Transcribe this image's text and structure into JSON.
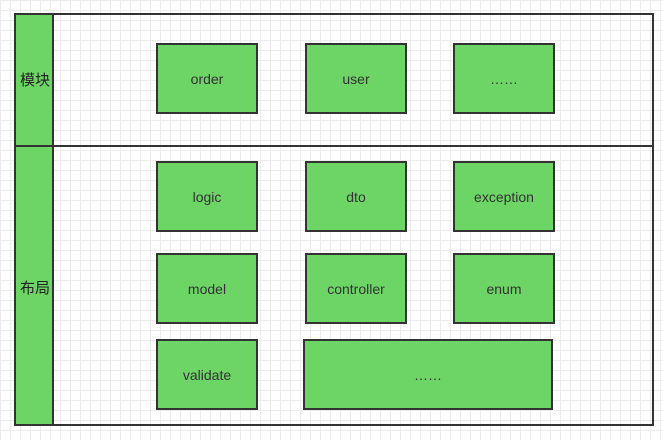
{
  "colors": {
    "fill": "#6dd466",
    "stroke": "#333333",
    "grid": "#ececec"
  },
  "sections": {
    "modules": {
      "label": "模块",
      "items": [
        "order",
        "user",
        "……"
      ]
    },
    "layout": {
      "label": "布局",
      "items": [
        "logic",
        "dto",
        "exception",
        "model",
        "controller",
        "enum",
        "validate",
        "……"
      ]
    }
  }
}
